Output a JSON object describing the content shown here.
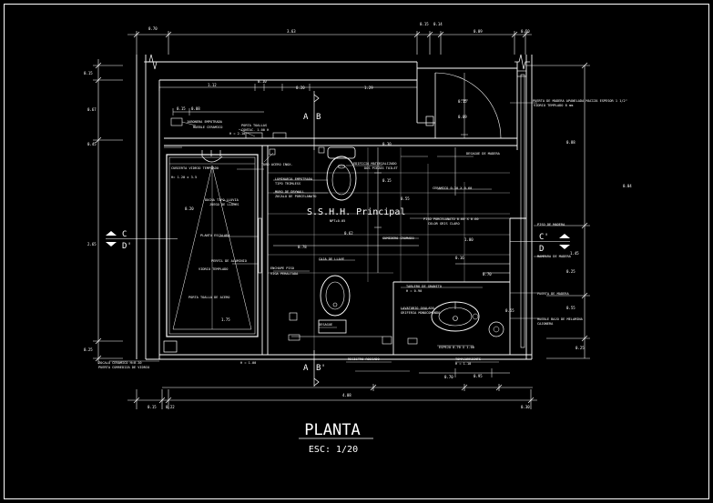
{
  "drawing": {
    "title": "PLANTA",
    "scale": "ESC: 1/20",
    "room_label": "S.S.H.H. Principal",
    "floor_level": "NPT+0.05"
  },
  "section_marks": {
    "a_top": "A",
    "b_top": "B",
    "a_bottom": "A",
    "b_bottom": "B'",
    "c_left": "C",
    "d_left": "D'",
    "c_right": "C'",
    "d_right": "D"
  },
  "dimensions": {
    "top_overall": [
      "0.70",
      "3.63",
      "0.15",
      "0.14",
      "0.09",
      "0.50"
    ],
    "left_vertical": [
      "0.15",
      "0.67",
      "0.45",
      "2.65",
      "0.25"
    ],
    "interior": [
      "1.12",
      "0.10",
      "0.20",
      "1.29",
      "0.15",
      "0.08",
      "0.20",
      "0.78",
      "0.15",
      "0.55",
      "0.62",
      "0.70",
      "0.09",
      "0.15",
      "1.00",
      "0.16",
      "0.95",
      "0.55",
      "0.70",
      "1.75",
      "0.88",
      "0.25",
      "0.55",
      "0.04",
      "0.30",
      "1.45",
      "0.25"
    ],
    "bottom_overall": [
      "4.08",
      "0.15",
      "0.22",
      "0.30"
    ]
  },
  "annotations": [
    "PUERTA DE MADERA APANELADA MACIZA ESPESOR 1 1/2\"",
    "TUBO ACERO INOX.",
    "PORTA TOALLAS",
    "CONTAC. 1.00 H",
    "JABONERA EMPOTRADA",
    "MUEBLE CERAMICO",
    "CUBIERTA VIDRIO TEMPLADO",
    "H= 1.20 x 3.5",
    "PLANTA ESCALADA",
    "EDIFICIO MATERIALIZADO",
    "DOS PIEZAS TOILET",
    "DESAGUE DE MADERA",
    "H = 2.10",
    "LUMINARIA EMPOTRADA",
    "TIPO TRIMLESS",
    "MURO DE DRYWALL",
    "ZOCALO DE PORCELANATO",
    "DUCHA TIPO LLUVIA",
    "JUEGO DE LLAVES",
    "CERAMICO 0.30 X 0.60",
    "PISO PORCELANATO 0.60 X 0.60",
    "COLOR GRIS CLARO",
    "VIDRIO TEMPLADO",
    "PERFIL DE ALUMINIO",
    "ENCHAPE PISO",
    "SUMIDERO CROMADO",
    "VIGA PERALTADA",
    "CAJA DE LLAVE",
    "TABLERO DE GRANITO",
    "H = 0.90",
    "LAVATORIO OVALADO",
    "GRIFERIA MONOCOMANDO",
    "ESPEJO 0.70 X 1.00",
    "TOMACORRIENTE",
    "H = 1.10",
    "REGISTRO ROSCADO",
    "PISO DE MADERA",
    "MAMPARA DE MADERA",
    "PUERTA DE MADERA",
    "VIDRIO TEMPLADO 8 mm",
    "MUEBLE BAJO DE MELAMINA",
    "CAJONERA",
    "PORTA TOALLA DE ACERO",
    "H = 1.00",
    "DESAGUE",
    "ZOCALO CERAMICO H=0.10",
    "PUERTA CORREDIZA DE VIDRIO"
  ]
}
